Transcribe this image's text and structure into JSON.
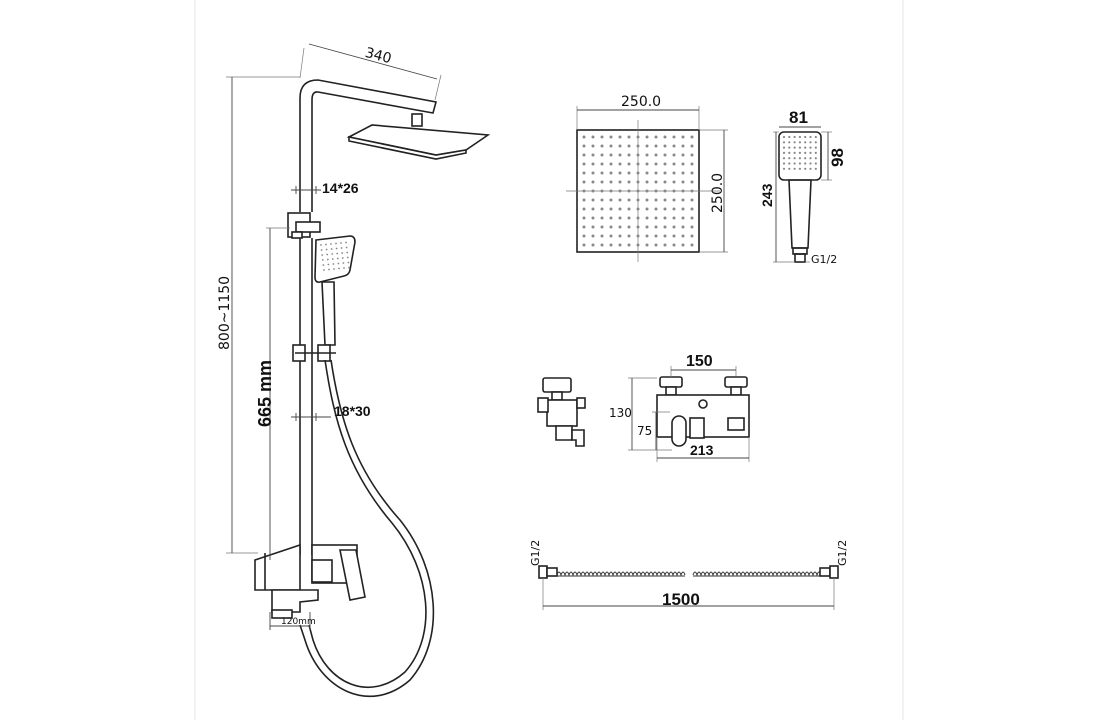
{
  "column_set": {
    "dim_arm": "340",
    "dim_height": "800~1150",
    "dim_slide_bar": "665 mm",
    "dim_tube_upper": "14*26",
    "dim_tube_lower": "18*30",
    "dim_spout": "120mm"
  },
  "head_shower": {
    "dim_width": "250.0",
    "dim_height": "250.0"
  },
  "hand_shower": {
    "dim_width": "81",
    "dim_head_height": "98",
    "dim_total_height": "243",
    "thread": "G1/2"
  },
  "mixer": {
    "dim_center": "150",
    "dim_height": "130",
    "dim_outlet": "75",
    "dim_length": "213"
  },
  "hose": {
    "thread_left": "G1/2",
    "thread_right": "G1/2",
    "dim_length": "1500"
  }
}
